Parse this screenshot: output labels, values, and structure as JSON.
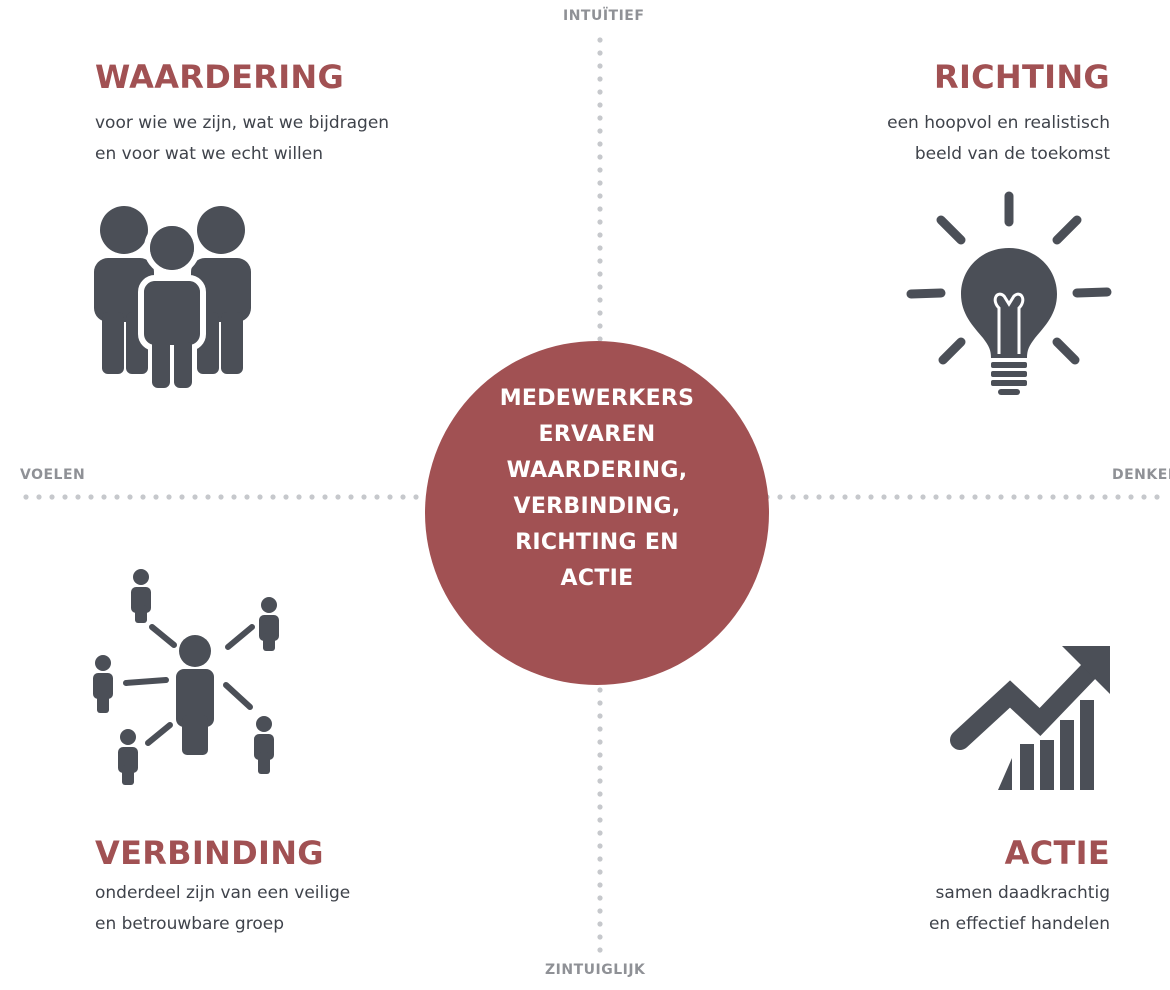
{
  "axes": {
    "top": "INTUÏTIEF",
    "bottom": "ZINTUIGLIJK",
    "left": "VOELEN",
    "right": "DENKEN"
  },
  "center": {
    "lines": [
      "MEDEWERKERS",
      "ERVAREN",
      "WAARDERING,",
      "VERBINDING,",
      "RICHTING EN",
      "ACTIE"
    ]
  },
  "quadrants": {
    "top_left": {
      "title": "WAARDERING",
      "desc": [
        "voor wie we zijn, wat we bijdragen",
        "en voor wat we echt willen"
      ],
      "icon": "people-group-icon"
    },
    "top_right": {
      "title": "RICHTING",
      "desc": [
        "een hoopvol en realistisch",
        "beeld van de toekomst"
      ],
      "icon": "lightbulb-icon"
    },
    "bottom_left": {
      "title": "VERBINDING",
      "desc": [
        "onderdeel zijn van een veilige",
        "en betrouwbare groep"
      ],
      "icon": "network-people-icon"
    },
    "bottom_right": {
      "title": "ACTIE",
      "desc": [
        "samen daadkrachtig",
        "en effectief handelen"
      ],
      "icon": "growth-chart-icon"
    }
  },
  "colors": {
    "accent": "#a15153",
    "icon": "#4b4f57",
    "text": "#3f434b",
    "axis": "#8f9196",
    "dots": "#c6c8cc"
  }
}
